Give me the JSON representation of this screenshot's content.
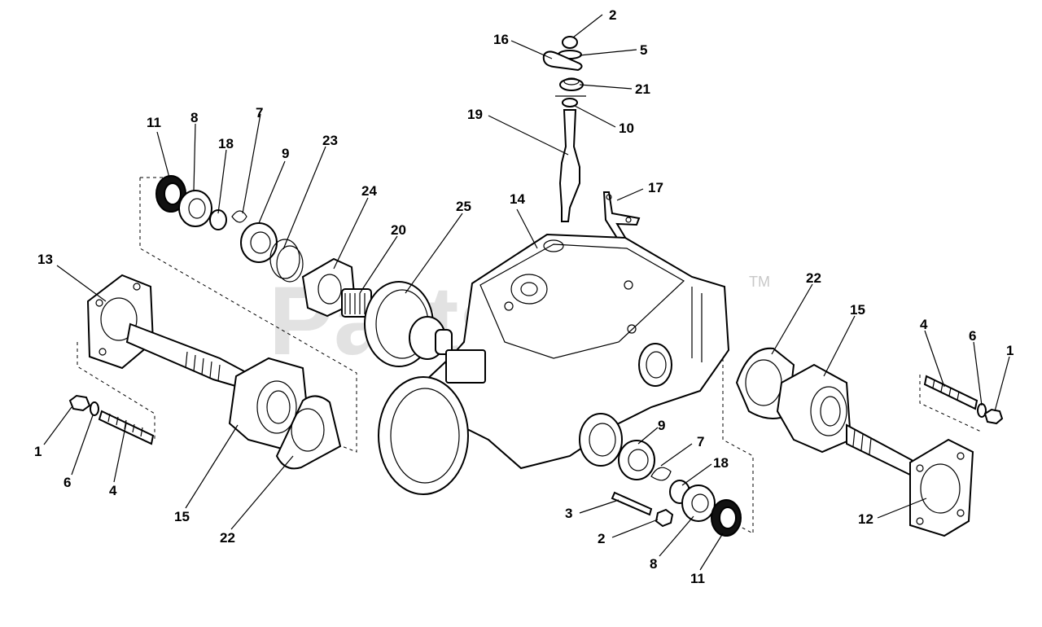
{
  "watermark": {
    "text": "PartsTree",
    "trademark": "TM"
  },
  "callouts": [
    {
      "id": "c-2-top",
      "label": "2"
    },
    {
      "id": "c-16",
      "label": "16"
    },
    {
      "id": "c-5",
      "label": "5"
    },
    {
      "id": "c-21",
      "label": "21"
    },
    {
      "id": "c-19",
      "label": "19"
    },
    {
      "id": "c-10",
      "label": "10"
    },
    {
      "id": "c-17",
      "label": "17"
    },
    {
      "id": "c-11-left",
      "label": "11"
    },
    {
      "id": "c-8-left",
      "label": "8"
    },
    {
      "id": "c-7-left",
      "label": "7"
    },
    {
      "id": "c-18-left",
      "label": "18"
    },
    {
      "id": "c-9-left",
      "label": "9"
    },
    {
      "id": "c-23",
      "label": "23"
    },
    {
      "id": "c-24",
      "label": "24"
    },
    {
      "id": "c-20",
      "label": "20"
    },
    {
      "id": "c-25",
      "label": "25"
    },
    {
      "id": "c-14",
      "label": "14"
    },
    {
      "id": "c-13",
      "label": "13"
    },
    {
      "id": "c-22-right",
      "label": "22"
    },
    {
      "id": "c-15-right",
      "label": "15"
    },
    {
      "id": "c-4-right",
      "label": "4"
    },
    {
      "id": "c-6-right",
      "label": "6"
    },
    {
      "id": "c-1-right",
      "label": "1"
    },
    {
      "id": "c-1-left",
      "label": "1"
    },
    {
      "id": "c-6-left",
      "label": "6"
    },
    {
      "id": "c-4-left",
      "label": "4"
    },
    {
      "id": "c-15-left",
      "label": "15"
    },
    {
      "id": "c-22-left",
      "label": "22"
    },
    {
      "id": "c-9-right",
      "label": "9"
    },
    {
      "id": "c-7-right",
      "label": "7"
    },
    {
      "id": "c-18-right",
      "label": "18"
    },
    {
      "id": "c-3",
      "label": "3"
    },
    {
      "id": "c-2-bottom",
      "label": "2"
    },
    {
      "id": "c-8-right",
      "label": "8"
    },
    {
      "id": "c-11-right",
      "label": "11"
    },
    {
      "id": "c-12",
      "label": "12"
    }
  ]
}
